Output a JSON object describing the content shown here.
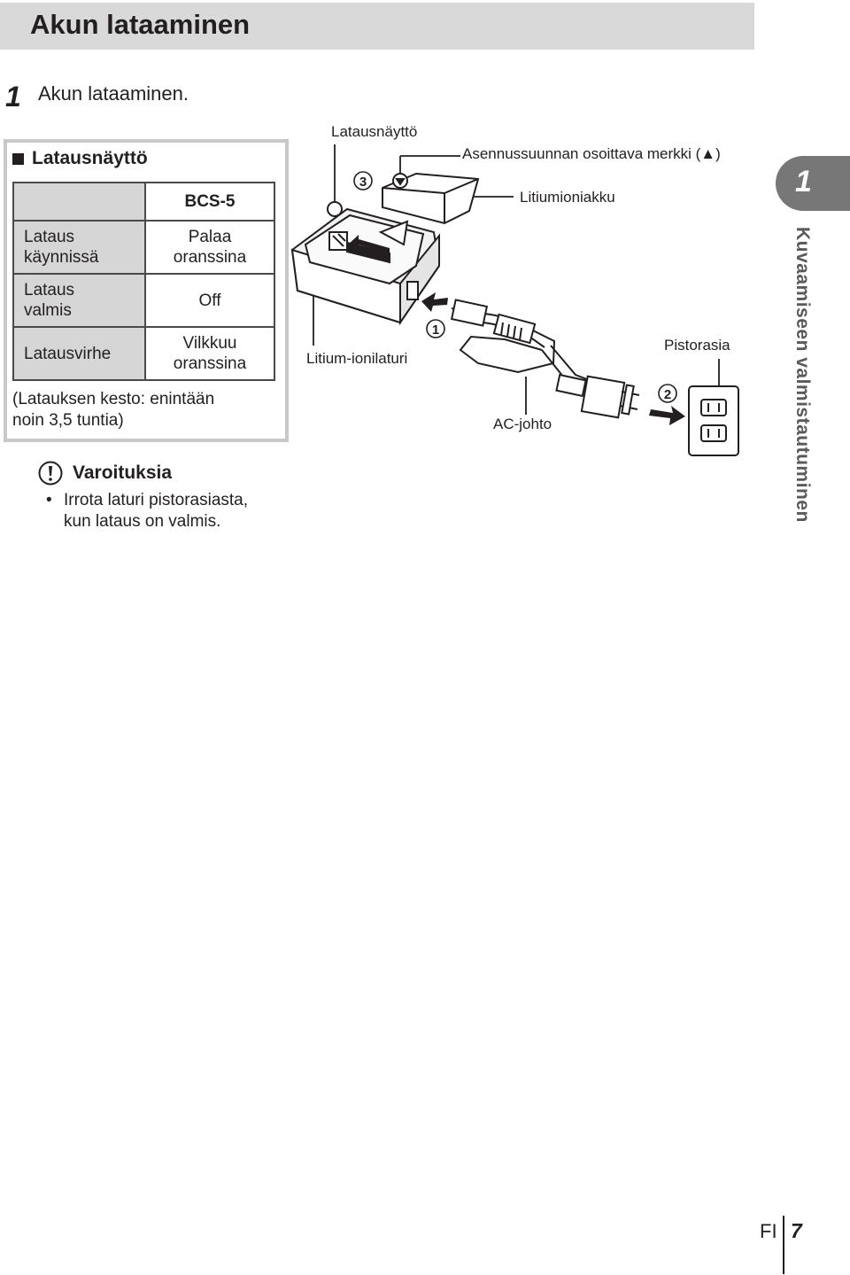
{
  "header": {
    "title": "Akun lataaminen"
  },
  "step": {
    "number": "1",
    "text": "Akun lataaminen."
  },
  "indicator_box": {
    "title": "Latausnäyttö",
    "column_header": "BCS-5",
    "rows": [
      {
        "label": [
          "Lataus",
          "käynnissä"
        ],
        "value": [
          "Palaa",
          "oranssina"
        ]
      },
      {
        "label": [
          "Lataus",
          "valmis"
        ],
        "value": [
          "Off"
        ]
      },
      {
        "label": [
          "Latausvirhe"
        ],
        "value": [
          "Vilkkuu",
          "oranssina"
        ]
      }
    ],
    "duration": [
      "(Latauksen kesto: enintään",
      "noin 3,5 tuntia)"
    ]
  },
  "cautions": {
    "title": "Varoituksia",
    "bullet": "•",
    "items": [
      [
        "Irrota laturi pistorasiasta,",
        "kun lataus on valmis."
      ]
    ]
  },
  "illustration": {
    "labels": {
      "indicator": "Latausnäyttö",
      "direction_mark": "Asennussuunnan osoittava merkki (▲)",
      "battery": "Litiumioniakku",
      "charger": "Litium-ionilaturi",
      "outlet": "Pistorasia",
      "ac_cable": "AC-johto"
    },
    "steps": [
      "1",
      "2",
      "3"
    ]
  },
  "chapter": {
    "number": "1",
    "title": "Kuvaamiseen valmistautuminen"
  },
  "footer": {
    "lang": "FI",
    "page": "7"
  }
}
